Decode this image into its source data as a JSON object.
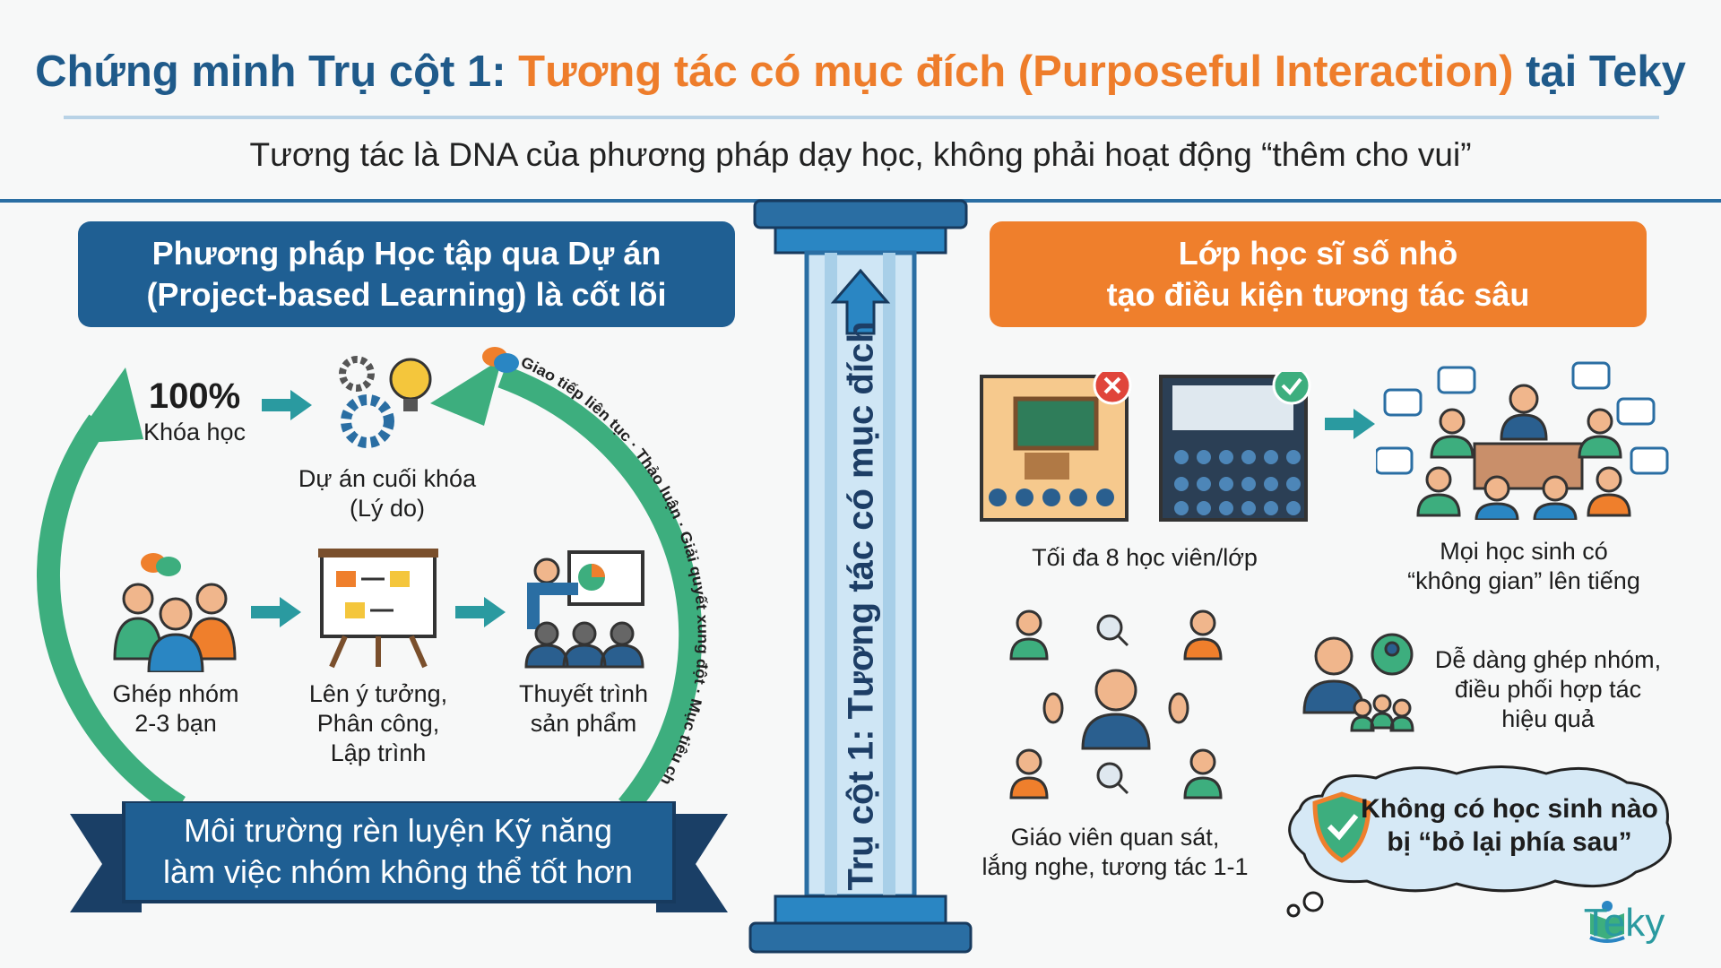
{
  "header": {
    "title_prefix": "Chứng minh Trụ cột 1: ",
    "title_highlight": "Tương tác có mục đích (Purposeful Interaction)",
    "title_suffix": " tại Teky",
    "subtitle": "Tương tác là DNA của phương pháp dạy học, không phải hoạt động “thêm cho vui”"
  },
  "left": {
    "box": [
      "Phương pháp Học tập qua Dự án",
      "(Project-based Learning) là cốt lõi"
    ],
    "stat_value": "100%",
    "stat_label": "Khóa học",
    "project": [
      "Dự án cuối khóa",
      "(Lý do)"
    ],
    "steps": [
      {
        "lines": [
          "Ghép nhóm",
          "2-3 bạn"
        ]
      },
      {
        "lines": [
          "Lên ý tưởng,",
          "Phân công,",
          "Lập trình"
        ]
      },
      {
        "lines": [
          "Thuyết trình",
          "sản phẩm"
        ]
      }
    ],
    "arc_text": "Giao tiếp liên tục · Thảo luận · Giải quyết xung đột · Mục tiêu chung",
    "banner": [
      "Môi trường rèn luyện Kỹ năng",
      "làm việc nhóm không thể tốt hơn"
    ]
  },
  "pillar": {
    "label": "Trụ cột 1: Tương tác có mục đích"
  },
  "right": {
    "box": [
      "Lớp học sĩ số nhỏ",
      "tạo điều kiện tương tác sâu"
    ],
    "class_size": "Tối đa 8 học viên/lớp",
    "voice": [
      "Mọi học sinh có",
      "“không gian” lên tiếng"
    ],
    "teacher": [
      "Giáo viên quan sát,",
      "lắng nghe, tương tác 1-1"
    ],
    "grouping": [
      "Dễ dàng ghép nhóm,",
      "điều phối hợp tác",
      "hiệu quả"
    ],
    "cloud": [
      "Không có học sinh nào",
      "bị “bỏ lại phía sau”"
    ]
  },
  "logo": "Teky",
  "colors": {
    "blue": "#1f5f93",
    "orange": "#ef7f2c",
    "green": "#3dae7e",
    "teal": "#2a9aa0"
  }
}
